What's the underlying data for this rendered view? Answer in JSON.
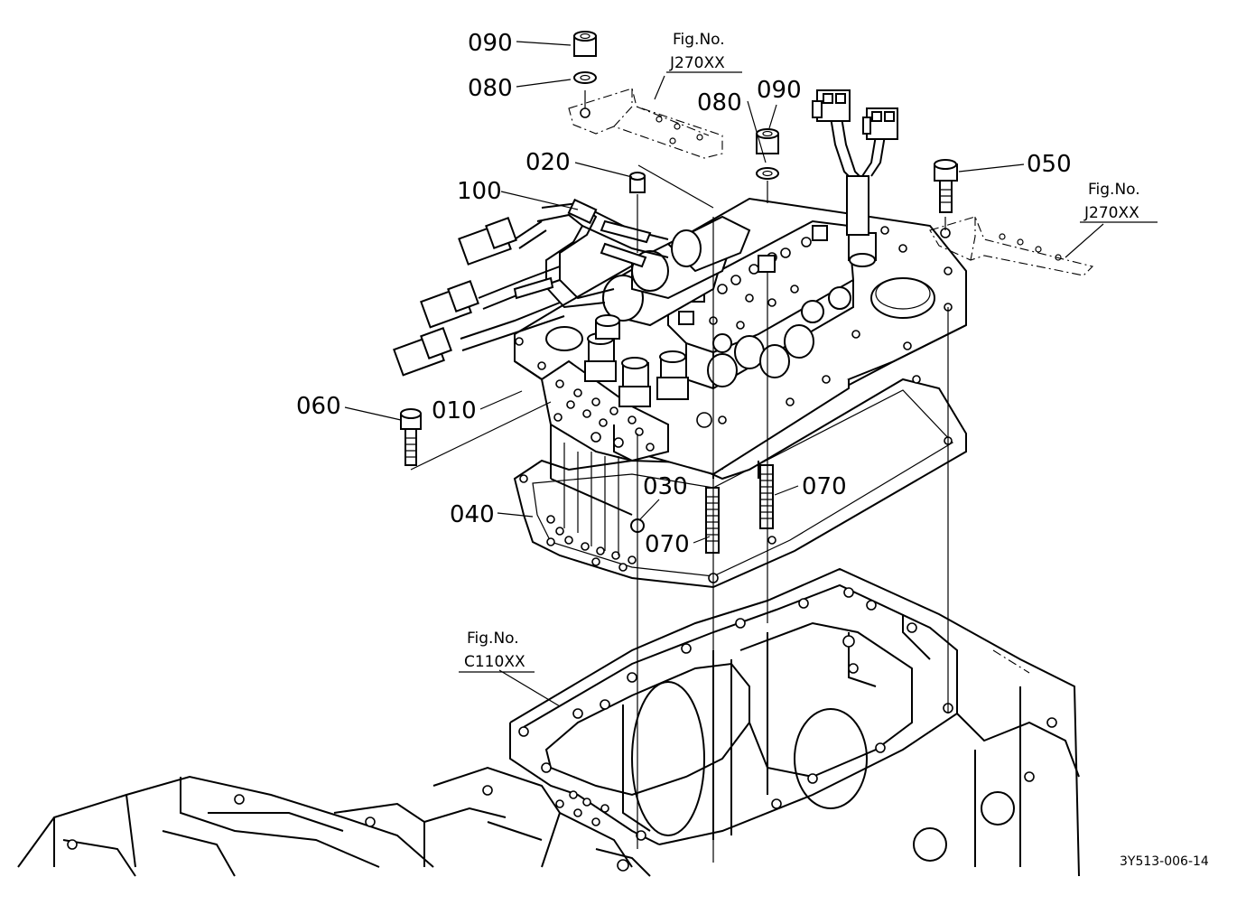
{
  "labels": {
    "p090a": "090",
    "p080a": "080",
    "p090b": "090",
    "p080b": "080",
    "p020": "020",
    "p100": "100",
    "p050": "050",
    "p060": "060",
    "p010": "010",
    "p030": "030",
    "p040": "040",
    "p070a": "070",
    "p070b": "070"
  },
  "figrefs": {
    "top": {
      "title": "Fig.No.",
      "code": "J270XX"
    },
    "right": {
      "title": "Fig.No.",
      "code": "J270XX"
    },
    "bottom": {
      "title": "Fig.No.",
      "code": "C110XX"
    }
  },
  "drawing_code": "3Y513-006-14"
}
